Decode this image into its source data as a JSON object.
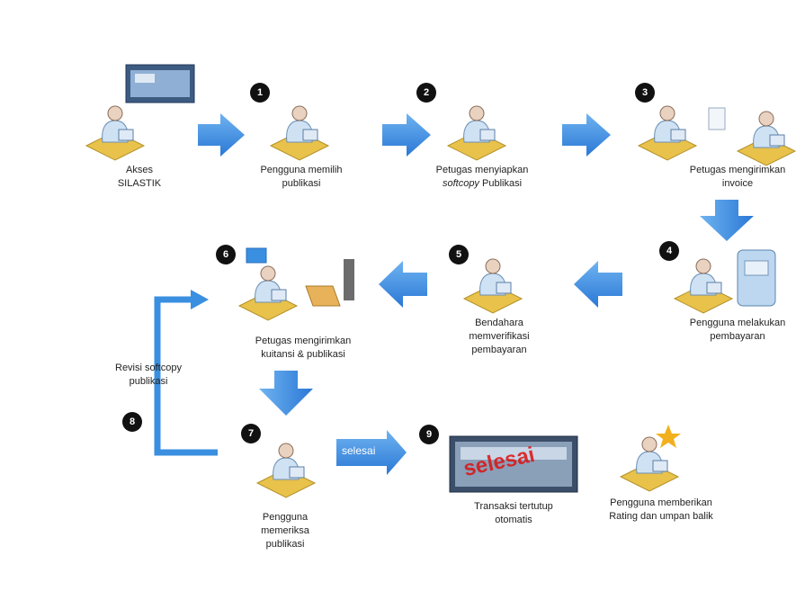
{
  "steps": {
    "s0": {
      "label_line1": "Akses",
      "label_line2": "SILASTIK"
    },
    "s1": {
      "badge": "1",
      "label_line1": "Pengguna memilih",
      "label_line2": "publikasi"
    },
    "s2": {
      "badge": "2",
      "label_line1": "Petugas menyiapkan",
      "label_line2_em": "softcopy",
      "label_line2_rest": " Publikasi"
    },
    "s3": {
      "badge": "3",
      "label_line1": "Petugas mengirimkan",
      "label_line2": "invoice"
    },
    "s4": {
      "badge": "4",
      "label_line1": "Pengguna melakukan",
      "label_line2": "pembayaran"
    },
    "s5": {
      "badge": "5",
      "label_line1": "Bendahara",
      "label_line2": "memverifikasi",
      "label_line3": "pembayaran"
    },
    "s6": {
      "badge": "6",
      "label_line1": "Petugas mengirimkan",
      "label_line2": "kuitansi & publikasi"
    },
    "s7": {
      "badge": "7",
      "label_line1": "Pengguna",
      "label_line2": "memeriksa",
      "label_line3": "publikasi"
    },
    "s8": {
      "badge": "8",
      "label_line1": "Revisi softcopy",
      "label_line2": "publikasi"
    },
    "s9": {
      "badge": "9",
      "label_line1": "Transaksi tertutup",
      "label_line2": "otomatis",
      "stamp": "selesai"
    },
    "s10": {
      "label_line1": "Pengguna memberikan",
      "label_line2": "Rating dan umpan balik"
    }
  },
  "arrow_tag": "selesai",
  "colors": {
    "arrow": "#3a8fe0",
    "arrow_dark": "#2a6fc0",
    "badge": "#111111",
    "stamp": "#dd1111"
  }
}
